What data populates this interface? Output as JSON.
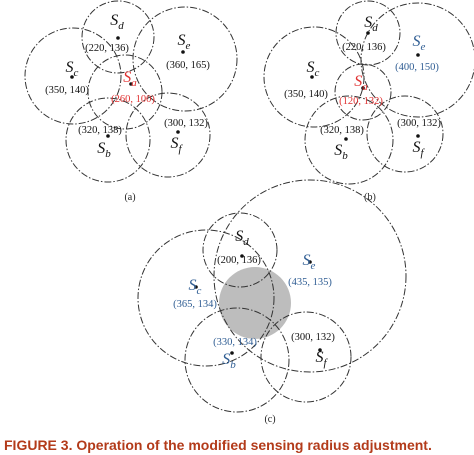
{
  "figure": {
    "caption": "FIGURE 3. Operation of the modified sensing radius adjustment.",
    "colors": {
      "black": "#111111",
      "red": "#e03030",
      "blue": "#2f5d93",
      "gray": "#bdbdbd"
    },
    "panels": [
      {
        "label": "(a)",
        "nodes": [
          {
            "id": "Sd",
            "letter": "S",
            "subscript": "d",
            "coord": "(220, 136)",
            "color": "black"
          },
          {
            "id": "Se",
            "letter": "S",
            "subscript": "e",
            "coord": "(360, 165)",
            "color": "black"
          },
          {
            "id": "Sc",
            "letter": "S",
            "subscript": "c",
            "coord": "(350, 140)",
            "color": "black"
          },
          {
            "id": "Sa",
            "letter": "S",
            "subscript": "a",
            "coord": "(260, 100)",
            "color": "red"
          },
          {
            "id": "Sb",
            "letter": "S",
            "subscript": "b",
            "coord": "(320, 138)",
            "color": "black"
          },
          {
            "id": "Sf",
            "letter": "S",
            "subscript": "f",
            "coord": "(300, 132)",
            "color": "black"
          }
        ]
      },
      {
        "label": "(b)",
        "nodes": [
          {
            "id": "Sd",
            "letter": "S",
            "subscript": "d",
            "coord": "(220, 136)",
            "color": "black"
          },
          {
            "id": "Se",
            "letter": "S",
            "subscript": "e",
            "coord": "(400, 150)",
            "color": "blue"
          },
          {
            "id": "Sc",
            "letter": "S",
            "subscript": "c",
            "coord": "(350, 140)",
            "color": "black"
          },
          {
            "id": "Sa",
            "letter": "S",
            "subscript": "a",
            "coord": "(120, 132)",
            "color": "red"
          },
          {
            "id": "Sb",
            "letter": "S",
            "subscript": "b",
            "coord": "(320, 138)",
            "color": "black"
          },
          {
            "id": "Sf",
            "letter": "S",
            "subscript": "f",
            "coord": "(300, 132)",
            "color": "black"
          }
        ]
      },
      {
        "label": "(c)",
        "nodes": [
          {
            "id": "Sd",
            "letter": "S",
            "subscript": "d",
            "coord": "(200, 136)",
            "color": "black"
          },
          {
            "id": "Se",
            "letter": "S",
            "subscript": "e",
            "coord": "(435, 135)",
            "color": "blue"
          },
          {
            "id": "Sc",
            "letter": "S",
            "subscript": "c",
            "coord": "(365, 134)",
            "color": "blue"
          },
          {
            "id": "Sb",
            "letter": "S",
            "subscript": "b",
            "coord": "(330, 134)",
            "color": "blue"
          },
          {
            "id": "Sf",
            "letter": "S",
            "subscript": "f",
            "coord": "(300, 132)",
            "color": "black"
          }
        ]
      }
    ]
  }
}
